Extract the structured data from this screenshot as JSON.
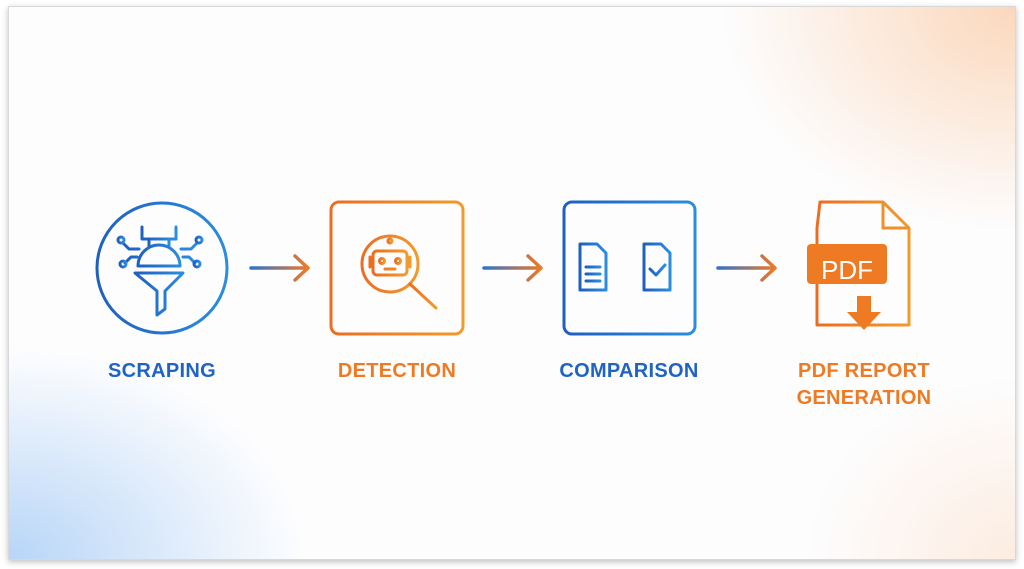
{
  "steps": [
    {
      "label": "SCRAPING",
      "icon": "robot-funnel-icon",
      "color": "#1f64c4"
    },
    {
      "label": "DETECTION",
      "icon": "robot-magnifier-icon",
      "color": "#ee7a24"
    },
    {
      "label": "COMPARISON",
      "icon": "document-compare-icon",
      "color": "#1f64c4"
    },
    {
      "label_line1": "PDF REPORT",
      "label_line2": "GENERATION",
      "icon": "pdf-download-icon",
      "color": "#ee7a24",
      "badge": "PDF"
    }
  ]
}
